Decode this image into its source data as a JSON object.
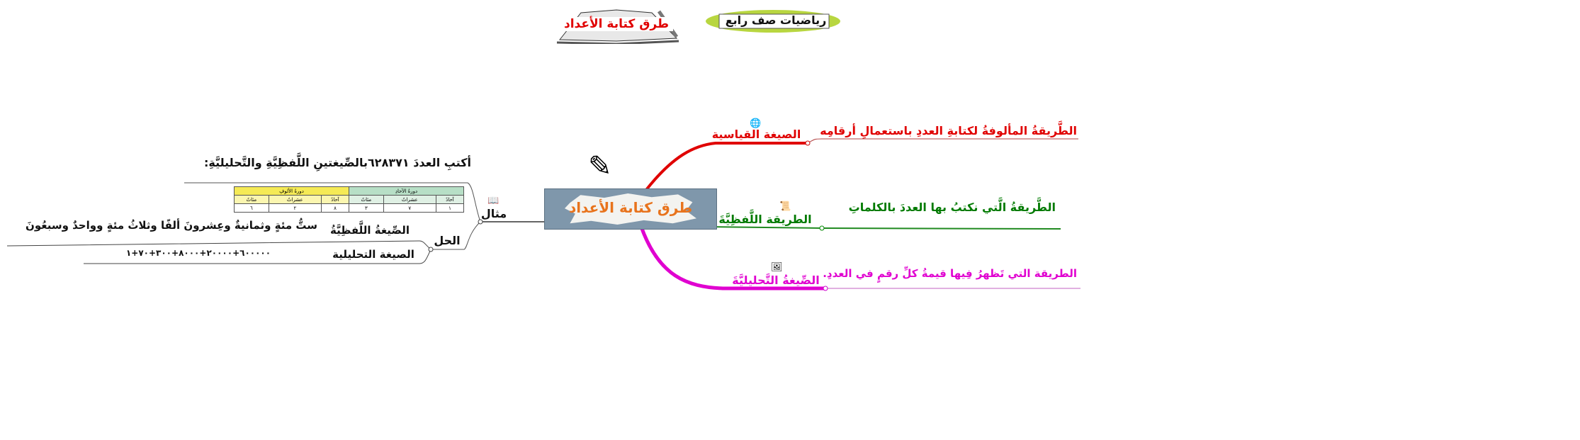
{
  "header": {
    "book_title": "طرق كتابة الأعداد",
    "grade_label": "رياضيات صف رابع"
  },
  "center_topic": "طرق كتابة الأعداد",
  "branches": {
    "standard": {
      "label": "الصيغة القياسية",
      "description": "الطَّريقةُ المألوفةُ لكتابةِ العددِ باستعمالِ أرقامِه",
      "color": "#e00000"
    },
    "verbal": {
      "label": "الطريقة اللَّفظِيَّةَ",
      "description": "الطَّريقةُ الَّتي نكتبُ بها العددَ بالكلماتِ",
      "color": "#007a00"
    },
    "expanded": {
      "label": "الصِّيغةُ التَّحليليَّةَ",
      "description": "الطريقة التي تَظهرُ فِيها قيمةُ كلِّ رقمٍ في العددِ.",
      "color": "#e000d0"
    }
  },
  "example": {
    "label": "مثال",
    "question": "أكتبِ العددَ ٦٢٨٣٧١بالصِّيغتينِ اللَّفظِيَّةِ والتَّحليليَّةِ:",
    "table": {
      "periods": [
        "دورةُ الآحادِ",
        "دورةُ الألوفِ"
      ],
      "places": [
        "آحادٌ",
        "عشراتٌ",
        "مئاتٌ",
        "آحادٌ",
        "عشراتٌ",
        "مئاتٌ"
      ],
      "digits": [
        "١",
        "٧",
        "٣",
        "٨",
        "٢",
        "٦"
      ]
    },
    "solution": {
      "label": "الحل",
      "verbal_label": "الصِّيغةُ اللَّفظِيَّةُ",
      "verbal_value": "ستُّ مئةٍ وثمانيةٌ وعِشرونَ ألفًا وثلاثُ مئةٍ وواحدٌ وسبعُونَ",
      "expanded_label": "الصيغة التحليلية",
      "expanded_value": "٦٠٠٠٠٠+٢٠٠٠٠+٨٠٠٠+٣٠٠+٧٠+١"
    }
  }
}
